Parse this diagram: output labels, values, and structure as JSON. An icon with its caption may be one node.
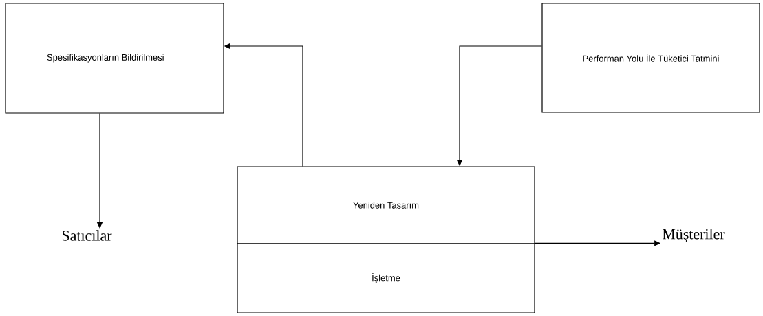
{
  "diagram": {
    "nodes": [
      {
        "text": [
          "Spesifikasyonların Bildirilmesi"
        ]
      },
      {
        "text": [
          "Performan Yolu İle Tüketici Tatmini"
        ]
      },
      {
        "text": [
          "Yeniden Tasarım"
        ]
      },
      {
        "text": [
          "İşletme"
        ]
      },
      {
        "text": [
          "Satıcılar"
        ]
      },
      {
        "text": [
          "Müşteriler"
        ]
      }
    ],
    "edges": [
      {
        "from": 2,
        "to": 0,
        "arrow": "to"
      },
      {
        "from": 1,
        "to": 2,
        "arrow": "to"
      },
      {
        "from": 0,
        "to": 4,
        "arrow": "to"
      },
      {
        "from": 3,
        "to": 5,
        "arrow": "to"
      }
    ]
  }
}
